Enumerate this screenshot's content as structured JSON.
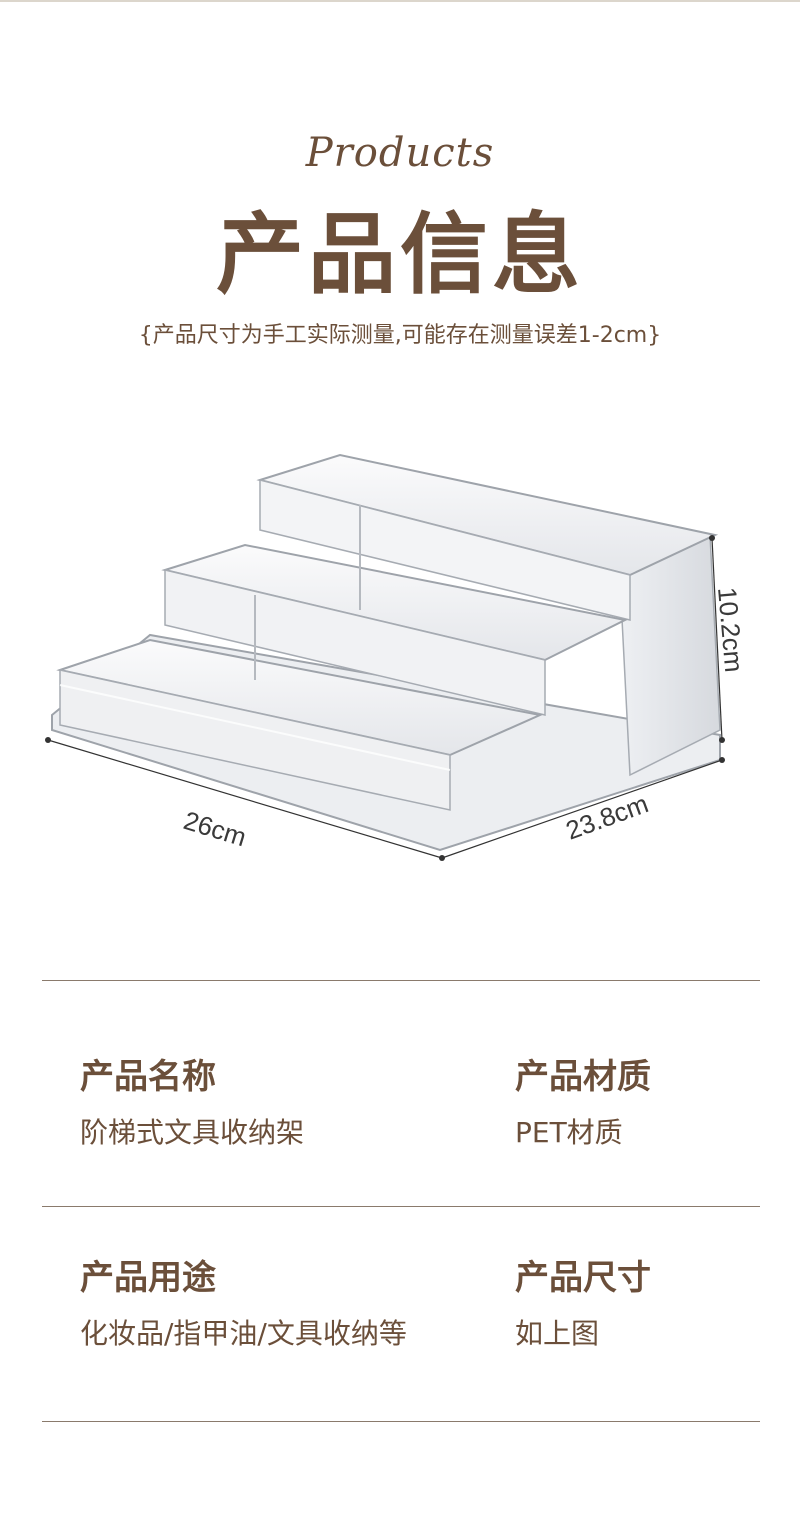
{
  "header": {
    "eyebrow": "Products",
    "title": "产品信息",
    "subtitle": "{产品尺寸为手工实际测量,可能存在测量误差1-2cm}"
  },
  "diagram": {
    "width_label": "26cm",
    "depth_label": "23.8cm",
    "height_label": "10.2cm"
  },
  "info": [
    {
      "label": "产品名称",
      "value": "阶梯式文具收纳架"
    },
    {
      "label": "产品材质",
      "value": "PET材质"
    },
    {
      "label": "产品用途",
      "value": "化妆品/指甲油/文具收纳等"
    },
    {
      "label": "产品尺寸",
      "value": "如上图"
    }
  ],
  "colors": {
    "brown": "#6b4f3a",
    "rule": "#8a7a6c"
  }
}
